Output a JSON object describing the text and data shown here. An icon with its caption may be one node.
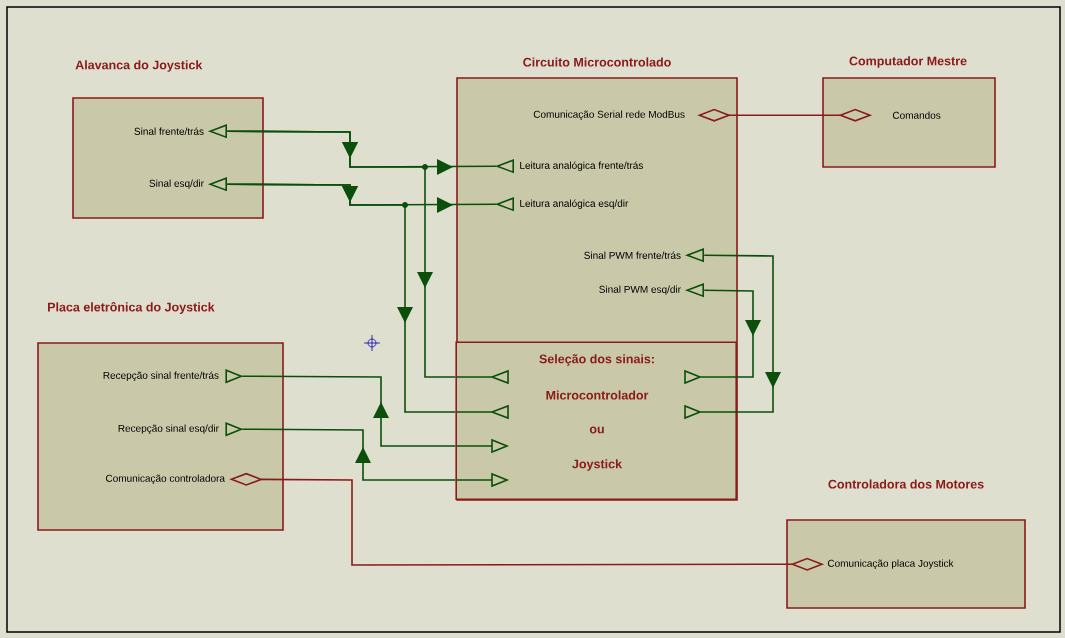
{
  "diagram": {
    "nodes": [
      {
        "text": [
          "Alavanca do Joystick"
        ]
      },
      {
        "text": [
          "Sinal frente/trás"
        ],
        "in": 0
      },
      {
        "text": [
          "Sinal esq/dir"
        ],
        "in": 0
      },
      {
        "text": [
          "Circuito Microcontrolado"
        ]
      },
      {
        "text": [
          "Comunicação Serial rede ModBus"
        ],
        "in": 3
      },
      {
        "text": [
          "Leitura analógica frente/trás"
        ],
        "in": 3
      },
      {
        "text": [
          "Leitura analógica esq/dir"
        ],
        "in": 3
      },
      {
        "text": [
          "Sinal PWM frente/trás"
        ],
        "in": 3
      },
      {
        "text": [
          "Sinal PWM esq/dir"
        ],
        "in": 3
      },
      {
        "text": [
          "Seleção dos sinais:",
          "Microcontrolador",
          "ou",
          "Joystick"
        ],
        "in": 3
      },
      {
        "text": [
          "Computador Mestre"
        ]
      },
      {
        "text": [
          "Comandos"
        ],
        "in": 10
      },
      {
        "text": [
          "Placa eletrônica do Joystick"
        ]
      },
      {
        "text": [
          "Recepção sinal frente/trás"
        ],
        "in": 12
      },
      {
        "text": [
          "Recepção sinal esq/dir"
        ],
        "in": 12
      },
      {
        "text": [
          "Comunicação controladora"
        ],
        "in": 12
      },
      {
        "text": [
          "Controladora dos Motores"
        ]
      },
      {
        "text": [
          "Comunicação placa Joystick"
        ],
        "in": 16
      }
    ],
    "edges": [
      {
        "from": 1,
        "to": 5,
        "arrow": "to"
      },
      {
        "from": 1,
        "to": 9,
        "arrow": "to"
      },
      {
        "from": 2,
        "to": 6,
        "arrow": "to"
      },
      {
        "from": 2,
        "to": 9,
        "arrow": "to"
      },
      {
        "from": 7,
        "to": 9,
        "arrow": "to"
      },
      {
        "from": 8,
        "to": 9,
        "arrow": "to"
      },
      {
        "from": 9,
        "to": 13,
        "arrow": "to"
      },
      {
        "from": 9,
        "to": 14,
        "arrow": "to"
      },
      {
        "from": 4,
        "to": 11,
        "arrow": "other",
        "color": "#8b1a1a"
      },
      {
        "from": 15,
        "to": 17,
        "arrow": "other",
        "color": "#8b1a1a"
      }
    ]
  }
}
